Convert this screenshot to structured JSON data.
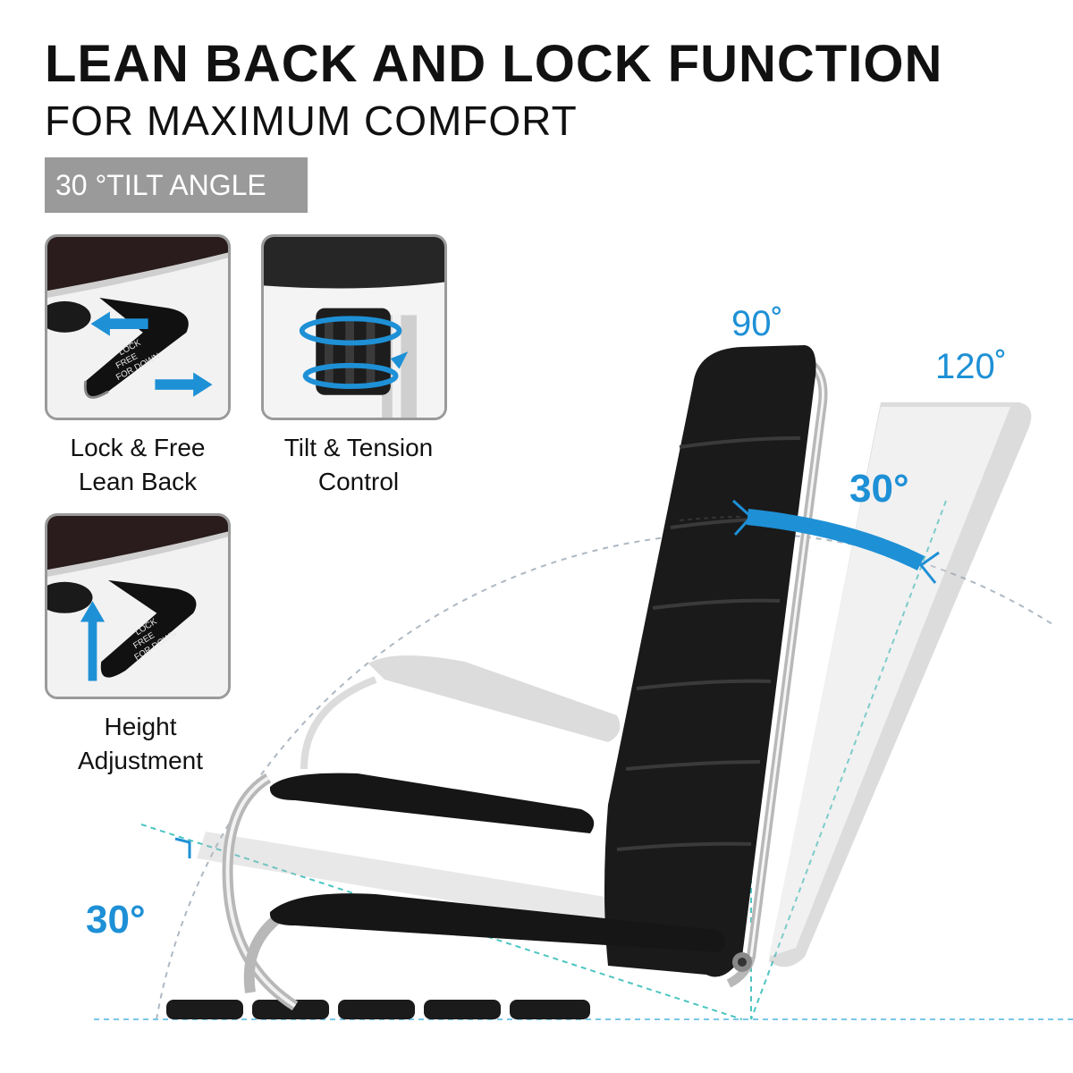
{
  "header": {
    "headline": "LEAN BACK AND LOCK FUNCTION",
    "subheadline": "FOR MAXIMUM COMFORT",
    "badge": "30 °TILT ANGLE"
  },
  "features": [
    {
      "line1": "Lock & Free",
      "line2": "Lean Back",
      "icon": "lever-icon"
    },
    {
      "line1": "Tilt & Tension",
      "line2": "Control",
      "icon": "tension-knob-icon"
    },
    {
      "line1": "Height",
      "line2": "Adjustment",
      "icon": "lever-up-icon"
    }
  ],
  "lever_text": {
    "line1": "LOCK",
    "line2": "FREE",
    "line3": "FOR DOWN"
  },
  "angles": {
    "upright": "90˚",
    "reclined": "120˚",
    "back_tilt": "30°",
    "seat_tilt": "30°"
  },
  "colors": {
    "accent": "#1e90d6",
    "badge_bg": "#9a9a9a",
    "tile_border": "#9a9a9a",
    "chair": "#1a1a1a"
  }
}
